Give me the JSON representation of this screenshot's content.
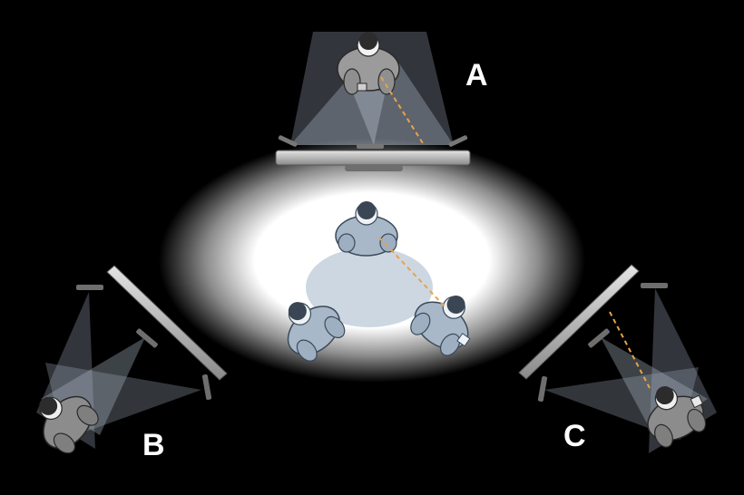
{
  "stations": [
    {
      "id": "A",
      "label": "A"
    },
    {
      "id": "B",
      "label": "B"
    },
    {
      "id": "C",
      "label": "C"
    }
  ],
  "colors": {
    "background": "#000000",
    "spotlight": "#ffffff",
    "table": "#cfd8e2",
    "remote_person": "#a9b8c8",
    "local_person": "#8c8c8c",
    "camera_frustum": "#9aa6b6",
    "gaze_line": "#e8a24a",
    "display": "#c8c8c8"
  },
  "icons": {
    "person": "person-topdown-icon",
    "camera": "camera-icon",
    "display": "display-screen-icon"
  }
}
